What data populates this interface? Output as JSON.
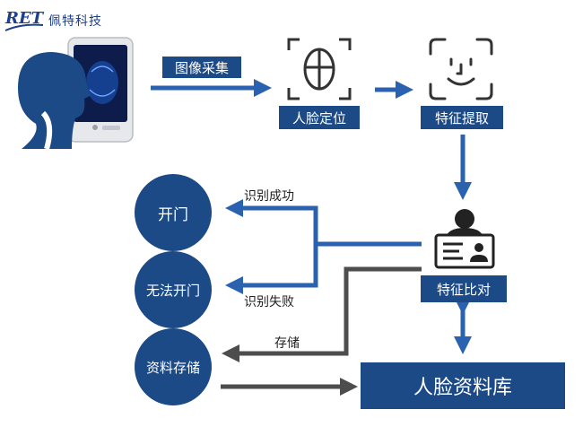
{
  "logo": {
    "mark": "RET",
    "company": "佩特科技"
  },
  "colors": {
    "primary": "#1c4a86",
    "flow_arrow": "#2a62b0",
    "gray_arrow": "#4d4d4d"
  },
  "icons": [
    "person-scan-icon",
    "face-outline-icon",
    "face-smile-icon",
    "id-card-icon"
  ],
  "steps": {
    "capture": "图像采集",
    "locate": "人脸定位",
    "extract": "特征提取",
    "compare": "特征比对",
    "database": "人脸资料库"
  },
  "results": {
    "open": "开门",
    "cannot_open": "无法开门",
    "store": "资料存储"
  },
  "edges": {
    "success": "识别成功",
    "fail": "识别失败",
    "save": "存储"
  }
}
